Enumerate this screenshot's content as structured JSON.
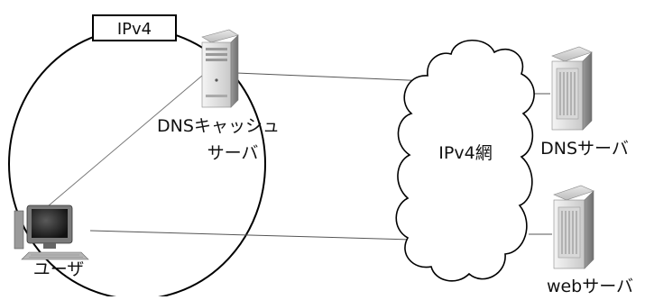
{
  "labels": {
    "ipv4_tag": "IPv4",
    "dns_cache_line1": "DNSキャッシュ",
    "dns_cache_line2": "サーバ",
    "cloud": "IPv4網",
    "dns_server": "DNSサーバ",
    "web_server": "webサーバ",
    "user": "ユーザ"
  },
  "icons": {
    "dns_cache": "server-tower-icon",
    "dns_server": "server-tower-icon",
    "web_server": "server-tower-icon",
    "user": "desktop-computer-icon"
  }
}
